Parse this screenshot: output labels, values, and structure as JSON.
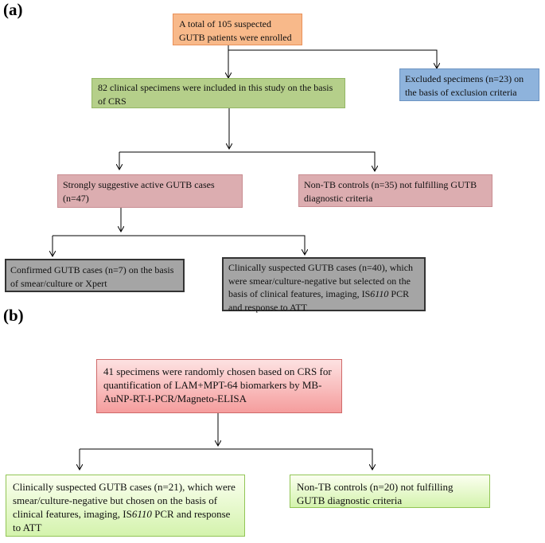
{
  "panels": {
    "a": {
      "label": "(a)"
    },
    "b": {
      "label": "(b)"
    }
  },
  "boxes": {
    "enrolled": "A total of 105 suspected GUTB patients were enrolled",
    "included": "82 clinical specimens were included in this study on the basis of CRS",
    "excluded": "Excluded specimens (n=23) on the basis of exclusion criteria",
    "suggestive": "Strongly suggestive  active GUTB cases (n=47)",
    "nontb_a": "Non-TB controls (n=35) not fulfilling GUTB diagnostic criteria",
    "confirmed": "Confirmed GUTB cases (n=7) on the basis of smear/culture or Xpert",
    "suspected_a": {
      "pre": "Clinically suspected GUTB cases (n=40), which were smear/culture-negative but selected on the basis of clinical  features, imaging, IS",
      "ital": "6110",
      "post": " PCR and response to ATT"
    },
    "random41": "41 specimens were randomly chosen based on CRS for quantification of LAM+MPT-64 biomarkers by MB-AuNP-RT-I-PCR/Magneto-ELISA",
    "suspected_b": {
      "pre": "Clinically suspected GUTB cases (n=21), which were smear/culture-negative but chosen on the basis of clinical features, imaging, IS",
      "ital": "6110",
      "post": " PCR and response to ATT"
    },
    "nontb_b": "Non-TB controls (n=20) not fulfilling GUTB diagnostic criteria"
  }
}
